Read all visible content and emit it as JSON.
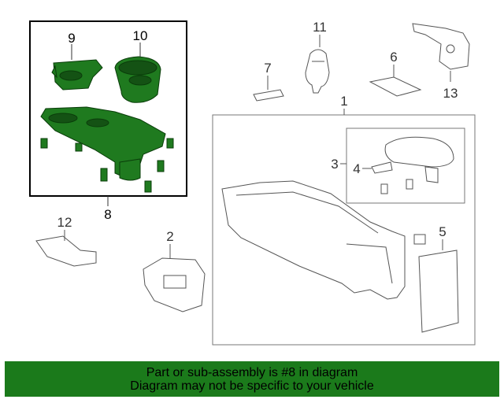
{
  "callouts": {
    "c1": "1",
    "c2": "2",
    "c3": "3",
    "c4": "4",
    "c5": "5",
    "c6": "6",
    "c7": "7",
    "c8": "8",
    "c9": "9",
    "c10": "10",
    "c11": "11",
    "c12": "12",
    "c13": "13"
  },
  "banner": {
    "line1": "Part or sub-assembly is #8 in diagram",
    "line2": "Diagram may not be specific to your vehicle"
  },
  "colors": {
    "highlight_part": "#1f7a1f",
    "banner_bg": "#1b7a1b",
    "line_art": "#555555"
  }
}
